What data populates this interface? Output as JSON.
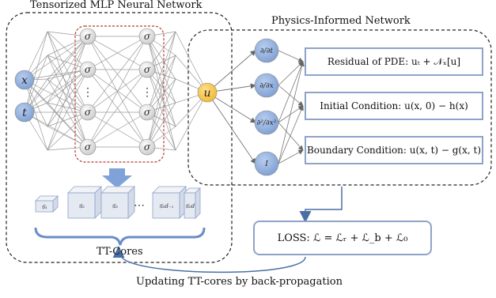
{
  "left_panel": {
    "title": "Tensorized MLP Neural Network",
    "inputs": [
      "x",
      "t"
    ],
    "sigma": "σ",
    "ellipsis": "⋮",
    "output": "u",
    "tt_cores": {
      "labels": [
        "𝒢₁",
        "𝒢₂",
        "𝒢₃",
        "⋯",
        "𝒢₂d₋₁",
        "𝒢₂d"
      ],
      "caption": "TT-Cores"
    }
  },
  "right_panel": {
    "title": "Physics-Informed Network",
    "operators": [
      "∂/∂t",
      "∂/∂x",
      "∂²/∂x²",
      "I"
    ],
    "boxes": {
      "residual": "Residual of PDE: uₜ + 𝒩ₓ[u]",
      "initial": "Initial Condition: u(x, 0) − h(x)",
      "boundary": "Boundary Condition: u(x, t) − g(x, t)"
    }
  },
  "loss": "LOSS: ℒ = ℒᵣ + ℒ_b + ℒ₀",
  "feedback_label": "Updating TT-cores by back-propagation",
  "colors": {
    "node_blue": "#8eaedc",
    "node_orange": "#f7c54b",
    "box_border": "#8fa3c8",
    "arrow_blue": "#4a6fa5",
    "dashed_red": "#c0392b"
  }
}
